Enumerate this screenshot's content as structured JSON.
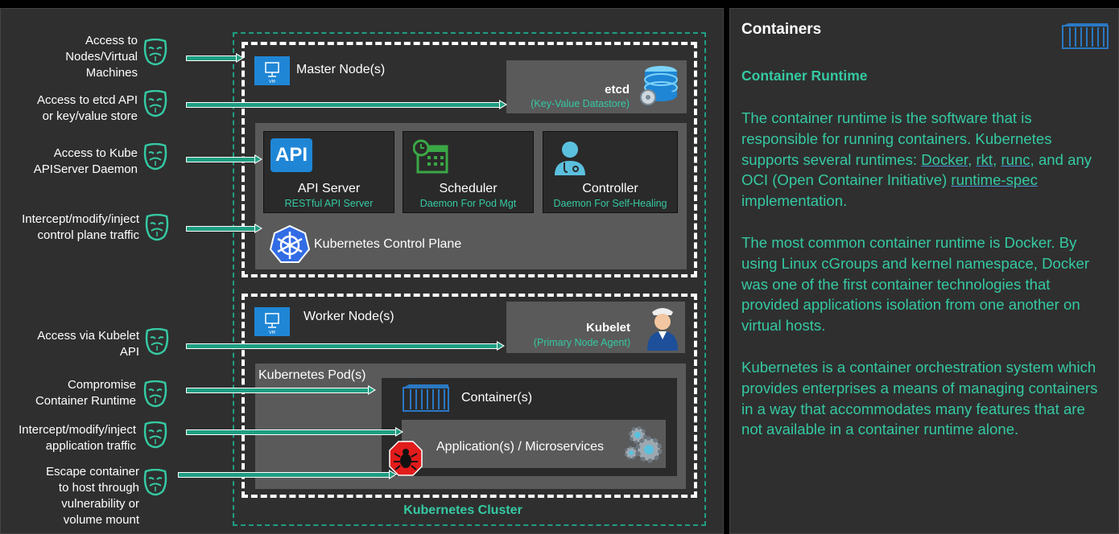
{
  "sidebar": {
    "title": "Containers",
    "subtitle": "Container Runtime",
    "para1": {
      "pre": "The container runtime is the software that is responsible for running containers. Kubernetes supports several runtimes: ",
      "link_docker": "Docker",
      "sep1": ", ",
      "link_rkt": "rkt",
      "sep2": ", ",
      "link_runc": "runc",
      "sep3": ", and any OCI (Open Container Initiative) ",
      "link_spec": "runtime-spec",
      "post": " implementation."
    },
    "para2": "The most common container runtime is Docker. By using Linux cGroups and kernel namespace, Docker was one of the first container technologies that provided applications isolation from one another on virtual hosts.",
    "para3": "Kubernetes is a container orchestration system which provides enterprises a means of managing containers in a way that accommodates many features that are not available in a container runtime alone."
  },
  "attacks": [
    {
      "lines": [
        "Access to",
        "Nodes/Virtual",
        "Machines"
      ]
    },
    {
      "lines": [
        "Access to etcd API",
        "or key/value store"
      ]
    },
    {
      "lines": [
        "Access to Kube",
        "APIServer Daemon"
      ]
    },
    {
      "lines": [
        "Intercept/modify/inject",
        "control plane traffic"
      ]
    },
    {
      "lines": [
        "Access via Kubelet",
        "API"
      ]
    },
    {
      "lines": [
        "Compromise",
        "Container Runtime"
      ]
    },
    {
      "lines": [
        "Intercept/modify/inject",
        "application traffic"
      ]
    },
    {
      "lines": [
        "Escape container",
        "to host through",
        "vulnerability or",
        "volume mount"
      ]
    }
  ],
  "master": {
    "label": "Master Node(s)",
    "etcd_title": "etcd",
    "etcd_sub": "(Key-Value Datastore)",
    "api_badge": "API",
    "api_title": "API Server",
    "api_sub": "RESTful API Server",
    "sched_title": "Scheduler",
    "sched_sub": "Daemon  For Pod Mgt",
    "ctrl_title": "Controller",
    "ctrl_sub": "Daemon  For Self-Healing",
    "control_plane": "Kubernetes Control Plane"
  },
  "worker": {
    "label": "Worker Node(s)",
    "kubelet_title": "Kubelet",
    "kubelet_sub": "(Primary Node Agent)",
    "pod_label": "Kubernetes Pod(s)",
    "container_label": "Container(s)",
    "app_label": "Application(s) / Microservices"
  },
  "cluster_label": "Kubernetes Cluster",
  "colors": {
    "accent": "#35c9a2",
    "arrow": "#1e9e82",
    "panel": "#2f2f2f",
    "box": "#5a5a5a"
  }
}
